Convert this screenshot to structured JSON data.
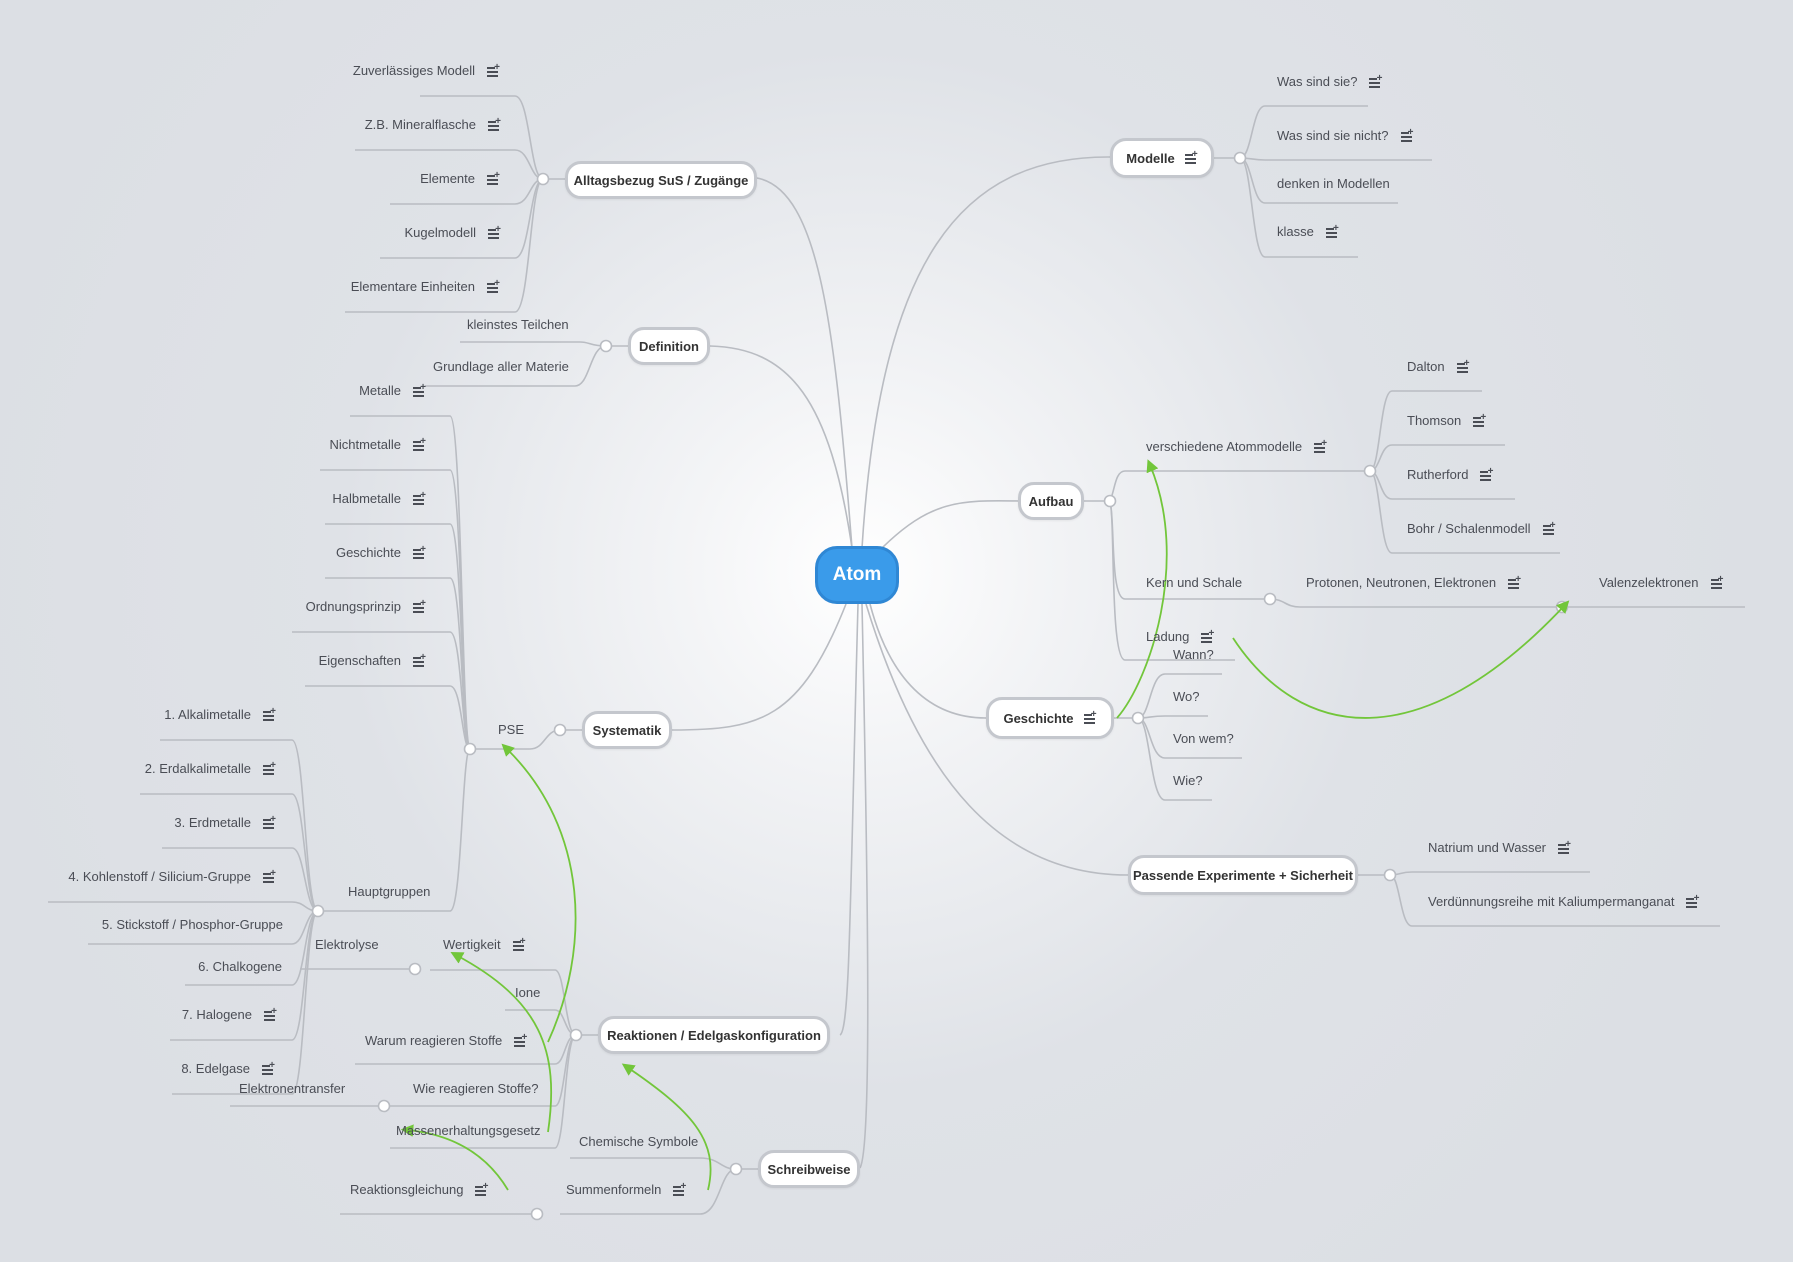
{
  "root": {
    "label": "Atom",
    "color": "#3a9bea"
  },
  "colors": {
    "connector": "#b9bcc2",
    "relation": "#72c63a",
    "node_border": "#c4c7cd"
  },
  "icons": {
    "note": "note-icon"
  },
  "branches": {
    "alltag": {
      "label": "Alltagsbezug SuS / Zugänge",
      "children": [
        "Zuverlässiges Modell",
        "Z.B. Mineralflasche",
        "Elemente",
        "Kugelmodell",
        "Elementare Einheiten"
      ]
    },
    "definition": {
      "label": "Definition",
      "children": [
        "kleinstes Teilchen",
        "Grundlage aller Materie"
      ]
    },
    "systematik": {
      "label": "Systematik",
      "pse": "PSE",
      "pse_children": [
        "Metalle",
        "Nichtmetalle",
        "Halbmetalle",
        "Geschichte",
        "Ordnungsprinzip",
        "Eigenschaften"
      ],
      "hauptgruppen": "Hauptgruppen",
      "hauptgruppen_children": [
        "1. Alkalimetalle",
        "2. Erdalkalimetalle",
        "3. Erdmetalle",
        "4. Kohlenstoff / Silicium-Gruppe",
        "5. Stickstoff / Phosphor-Gruppe",
        "6. Chalkogene",
        "7. Halogene",
        "8. Edelgase"
      ]
    },
    "reaktionen": {
      "label": "Reaktionen / Edelgaskonfiguration",
      "children": [
        "Wertigkeit",
        "Ione",
        "Warum reagieren Stoffe",
        "Wie reagieren Stoffe?",
        "Massenerhaltungsgesetz"
      ],
      "elektrolyse": "Elektrolyse",
      "elektronentransfer": "Elektronentransfer"
    },
    "schreibweise": {
      "label": "Schreibweise",
      "children": [
        "Chemische Symbole",
        "Summenformeln"
      ],
      "reaktionsgleichung": "Reaktionsgleichung"
    },
    "modelle": {
      "label": "Modelle",
      "children": [
        "Was sind sie?",
        "Was sind sie nicht?",
        "denken in Modellen",
        "klasse"
      ]
    },
    "aufbau": {
      "label": "Aufbau",
      "atommodelle": "verschiedene Atommodelle",
      "atommodelle_children": [
        "Dalton",
        "Thomson",
        "Rutherford",
        "Bohr / Schalenmodell"
      ],
      "kern": "Kern und Schale",
      "teilchen": "Protonen, Neutronen, Elektronen",
      "valenz": "Valenzelektronen",
      "ladung": "Ladung"
    },
    "geschichte": {
      "label": "Geschichte",
      "children": [
        "Wann?",
        "Wo?",
        "Von wem?",
        "Wie?"
      ]
    },
    "experimente": {
      "label": "Passende Experimente + Sicherheit",
      "children": [
        "Natrium und Wasser",
        "Verdünnungsreihe mit Kaliumpermanganat"
      ]
    }
  }
}
